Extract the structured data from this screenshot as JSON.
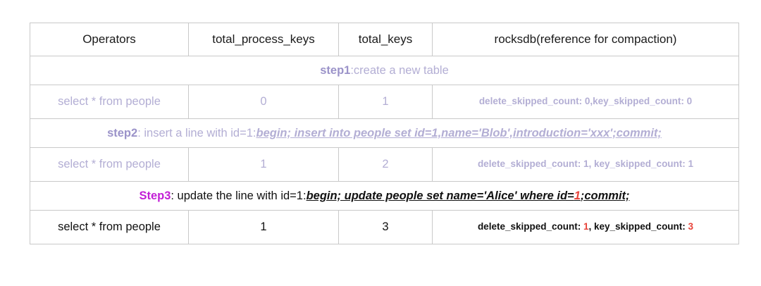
{
  "table": {
    "headers": [
      "Operators",
      "total_process_keys",
      "total_keys",
      "rocksdb(reference for compaction)"
    ],
    "steps": {
      "step1": {
        "key": "step1",
        "sep": ":",
        "desc": "create a new table",
        "sql": ""
      },
      "step2": {
        "key": "step2",
        "sep": ":",
        "desc": "  insert a line with id=1:",
        "sql": "begin; insert into people set id=1,name='Blob',introduction='xxx';commit;"
      },
      "step3": {
        "key": "Step3",
        "sep": ":",
        "desc": " update the line with id=1:",
        "sql_pre": "begin; update people set name='Alice' where id=",
        "sql_hl": "1",
        "sql_post": ";commit;"
      }
    },
    "rows": [
      {
        "operator": "select * from people",
        "total_process_keys": "0",
        "total_keys": "1",
        "rocksdb_pre": "delete_skipped_count: ",
        "rocksdb_v1": "0",
        "rocksdb_mid": ",key_skipped_count: ",
        "rocksdb_v2": "0"
      },
      {
        "operator": "select * from people",
        "total_process_keys": "1",
        "total_keys": "2",
        "rocksdb_pre": "delete_skipped_count: ",
        "rocksdb_v1": "1",
        "rocksdb_mid": ", key_skipped_count: ",
        "rocksdb_v2": "1"
      },
      {
        "operator": "select * from people",
        "total_process_keys": "1",
        "total_keys": "3",
        "rocksdb_pre": "delete_skipped_count: ",
        "rocksdb_v1": "1",
        "rocksdb_mid": ", key_skipped_count: ",
        "rocksdb_v2": "3"
      }
    ]
  },
  "colors": {
    "faded_purple": "#b3aed4",
    "bright_magenta": "#c21fd6",
    "highlight_red": "#e8433a",
    "border": "#c9c9c9",
    "text": "#111111"
  }
}
